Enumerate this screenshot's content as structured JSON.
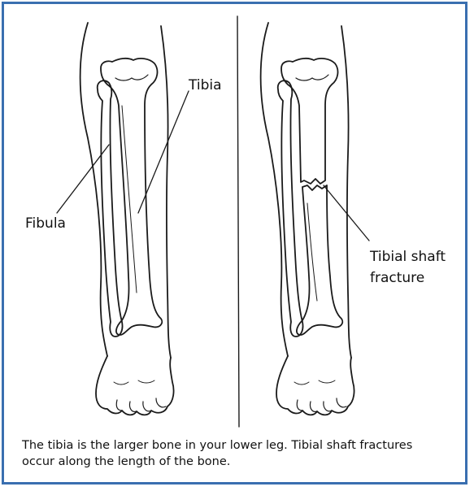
{
  "labels": {
    "tibia": "Tibia",
    "fibula": "Fibula",
    "fracture_line1": "Tibial shaft",
    "fracture_line2": "fracture"
  },
  "caption": "The tibia is the larger bone in your lower leg. Tibial shaft fractures occur along the length of the bone.",
  "colors": {
    "frame_border": "#3a6fb0",
    "line": "#1a1a1a",
    "background": "#ffffff"
  }
}
